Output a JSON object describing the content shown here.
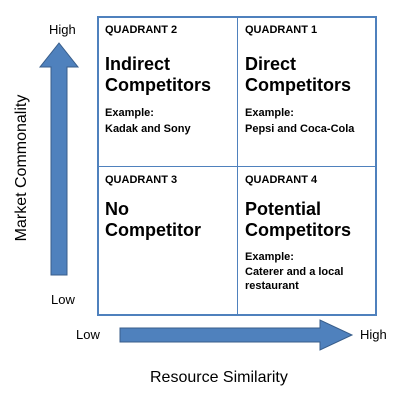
{
  "diagram": {
    "colors": {
      "arrow": "#4f81bd",
      "arrow_edge": "#385d8a",
      "grid_line": "#4f81bd"
    },
    "y_axis": {
      "title": "Market Commonality",
      "high": "High",
      "low": "Low"
    },
    "x_axis": {
      "title": "Resource Similarity",
      "low": "Low",
      "high": "High"
    },
    "quadrants": {
      "q2": {
        "label": "QUADRANT 2",
        "title_line1": "Indirect",
        "title_line2": "Competitors",
        "example_title": "Example:",
        "example_line1": "Kadak and Sony"
      },
      "q1": {
        "label": "QUADRANT 1",
        "title_line1": "Direct",
        "title_line2": "Competitors",
        "example_title": "Example:",
        "example_line1": "Pepsi and Coca-Cola"
      },
      "q3": {
        "label": "QUADRANT 3",
        "title_line1": "No",
        "title_line2": "Competitor"
      },
      "q4": {
        "label": "QUADRANT 4",
        "title_line1": "Potential",
        "title_line2": "Competitors",
        "example_title": "Example:",
        "example_line1": "Caterer and a local",
        "example_line2": "restaurant"
      }
    }
  }
}
